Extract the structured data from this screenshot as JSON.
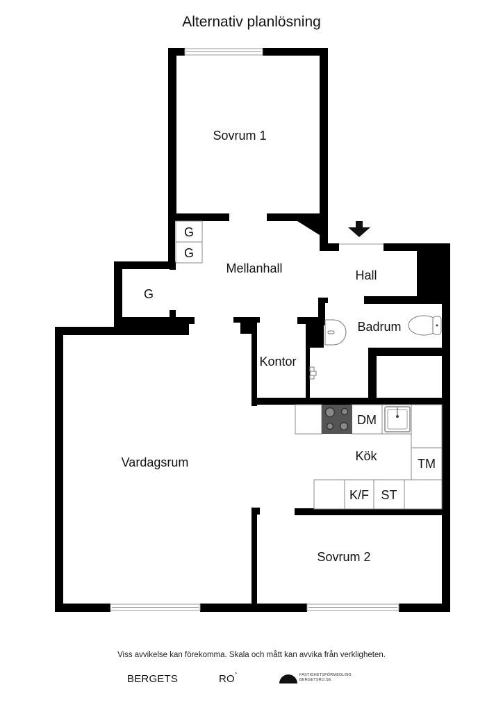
{
  "title": "Alternativ planlösning",
  "rooms": {
    "sovrum1": "Sovrum 1",
    "mellanhall": "Mellanhall",
    "hall": "Hall",
    "badrum": "Badrum",
    "kontor": "Kontor",
    "vardagsrum": "Vardagsrum",
    "kok": "Kök",
    "sovrum2": "Sovrum 2"
  },
  "fixtures": {
    "g_top": "G",
    "g_middle": "G",
    "g_left": "G",
    "dm": "DM",
    "tm": "TM",
    "kf": "K/F",
    "st": "ST"
  },
  "icons": {
    "entrance": "entrance-arrow",
    "stove": "stove",
    "sink": "kitchen-sink",
    "washbasin": "washbasin",
    "toilet": "toilet",
    "faucet": "faucet"
  },
  "colors": {
    "wall": "#000000",
    "fixture_line": "#888888",
    "stove": "#555555",
    "window": "#bbbbbb"
  },
  "footer": {
    "disclaimer": "Viss avvikelse kan förekomma. Skala och mått kan avvika från verkligheten.",
    "logo_bergets": "BERGETS",
    "logo_ro": "RO",
    "logo_ro_mark": "°",
    "logo_line1": "FASTIGHETSFÖRMEDLING",
    "logo_line2": "BERGETSRO.SE"
  }
}
